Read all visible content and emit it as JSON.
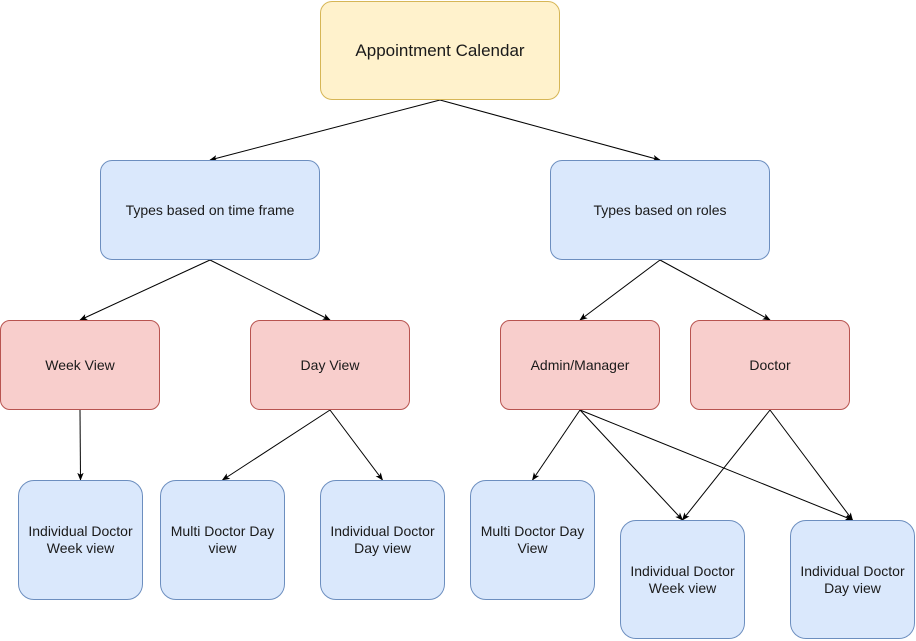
{
  "diagram": {
    "root": {
      "label": "Appointment Calendar"
    },
    "level1": {
      "time_frame": "Types based on time frame",
      "roles": "Types based on roles"
    },
    "level2": {
      "week_view": "Week View",
      "day_view": "Day View",
      "admin_manager": "Admin/Manager",
      "doctor": "Doctor"
    },
    "leaves": {
      "individual_doctor_week_view_a": "Individual Doctor\nWeek view",
      "multi_doctor_day_view_a": "Multi Doctor Day\nview",
      "individual_doctor_day_view_a": "Individual Doctor\nDay view",
      "multi_doctor_day_view_b": "Multi Doctor Day\nView",
      "individual_doctor_week_view_b": "Individual Doctor\nWeek view",
      "individual_doctor_day_view_b": "Individual Doctor\nDay view"
    },
    "colors": {
      "root_fill": "#fff2cc",
      "root_stroke": "#d6b656",
      "blue_fill": "#dae8fc",
      "blue_stroke": "#6c8ebf",
      "red_fill": "#f8cecc",
      "red_stroke": "#b85450",
      "edge": "#000000"
    },
    "edges": [
      [
        "root",
        "time_frame"
      ],
      [
        "root",
        "roles"
      ],
      [
        "time_frame",
        "week_view"
      ],
      [
        "time_frame",
        "day_view"
      ],
      [
        "roles",
        "admin_manager"
      ],
      [
        "roles",
        "doctor"
      ],
      [
        "week_view",
        "individual_doctor_week_view_a"
      ],
      [
        "day_view",
        "multi_doctor_day_view_a"
      ],
      [
        "day_view",
        "individual_doctor_day_view_a"
      ],
      [
        "admin_manager",
        "multi_doctor_day_view_b"
      ],
      [
        "admin_manager",
        "individual_doctor_week_view_b"
      ],
      [
        "admin_manager",
        "individual_doctor_day_view_b"
      ],
      [
        "doctor",
        "individual_doctor_week_view_b"
      ],
      [
        "doctor",
        "individual_doctor_day_view_b"
      ]
    ]
  }
}
